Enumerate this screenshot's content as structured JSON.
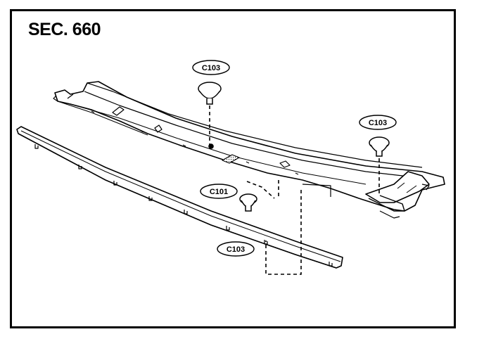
{
  "diagram": {
    "section_label": "SEC. 660",
    "callouts": [
      {
        "id": "c103-top-center",
        "label": "C103"
      },
      {
        "id": "c103-right",
        "label": "C103"
      },
      {
        "id": "c101-center",
        "label": "C101"
      },
      {
        "id": "c103-bottom",
        "label": "C103"
      }
    ],
    "colors": {
      "ink": "#000000",
      "paper": "#ffffff"
    }
  }
}
